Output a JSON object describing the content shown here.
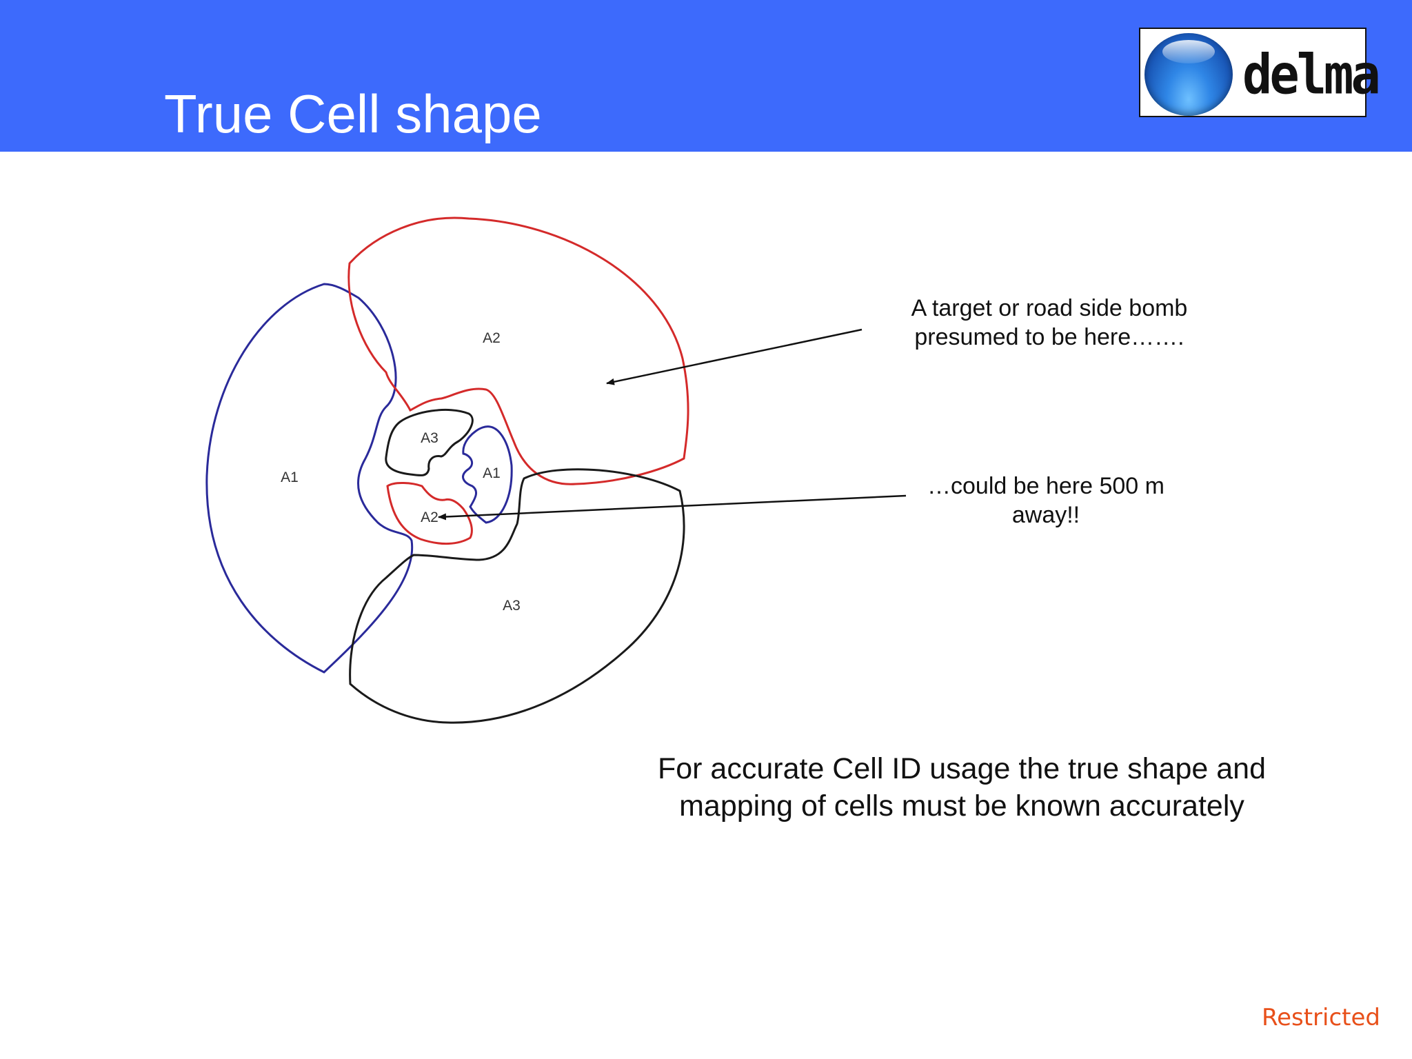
{
  "header": {
    "title": "True Cell shape",
    "logo_text": "delma"
  },
  "diagram": {
    "cells": [
      {
        "label": "A1",
        "sector": "outer-left",
        "color": "#2a2a9a"
      },
      {
        "label": "A2",
        "sector": "outer-top",
        "color": "#d42a2a"
      },
      {
        "label": "A3",
        "sector": "outer-bottom",
        "color": "#1a1a1a"
      },
      {
        "label": "A3",
        "sector": "inner-top",
        "color": "#1a1a1a"
      },
      {
        "label": "A1",
        "sector": "inner-right",
        "color": "#2a2a9a"
      },
      {
        "label": "A2",
        "sector": "inner-bottom",
        "color": "#d42a2a"
      }
    ],
    "annotations": {
      "target": "A target or road side bomb presumed to be here…….",
      "away": "…could be here 500 m away!!"
    }
  },
  "conclusion": "For accurate Cell ID usage the true shape and mapping of cells must be known accurately",
  "classification": "Restricted",
  "colors": {
    "header_bg": "#3d6afc",
    "classification": "#e8501a"
  }
}
